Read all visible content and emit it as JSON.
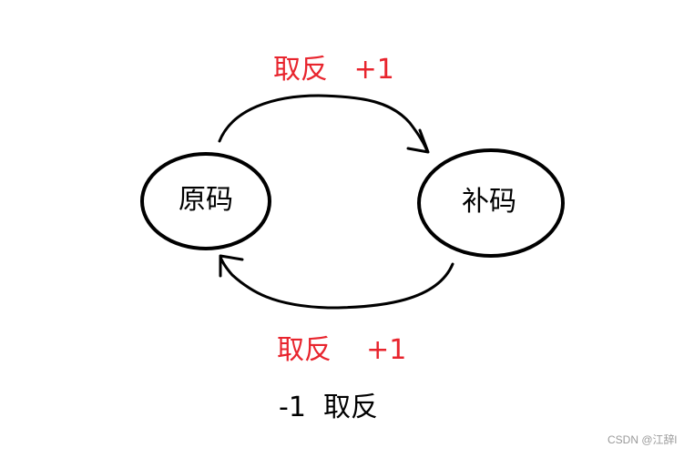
{
  "nodes": {
    "left": {
      "label": "原码"
    },
    "right": {
      "label": "补码"
    }
  },
  "edges": {
    "top": {
      "label": "取反   +1"
    },
    "bottom": {
      "label": "取反    +1"
    },
    "bottom_extra": {
      "label": "-1  取反"
    }
  },
  "watermark": "CSDN @江辞l",
  "colors": {
    "stroke": "#000000",
    "label_red": "#e8242d",
    "watermark": "#9a9a9a"
  }
}
